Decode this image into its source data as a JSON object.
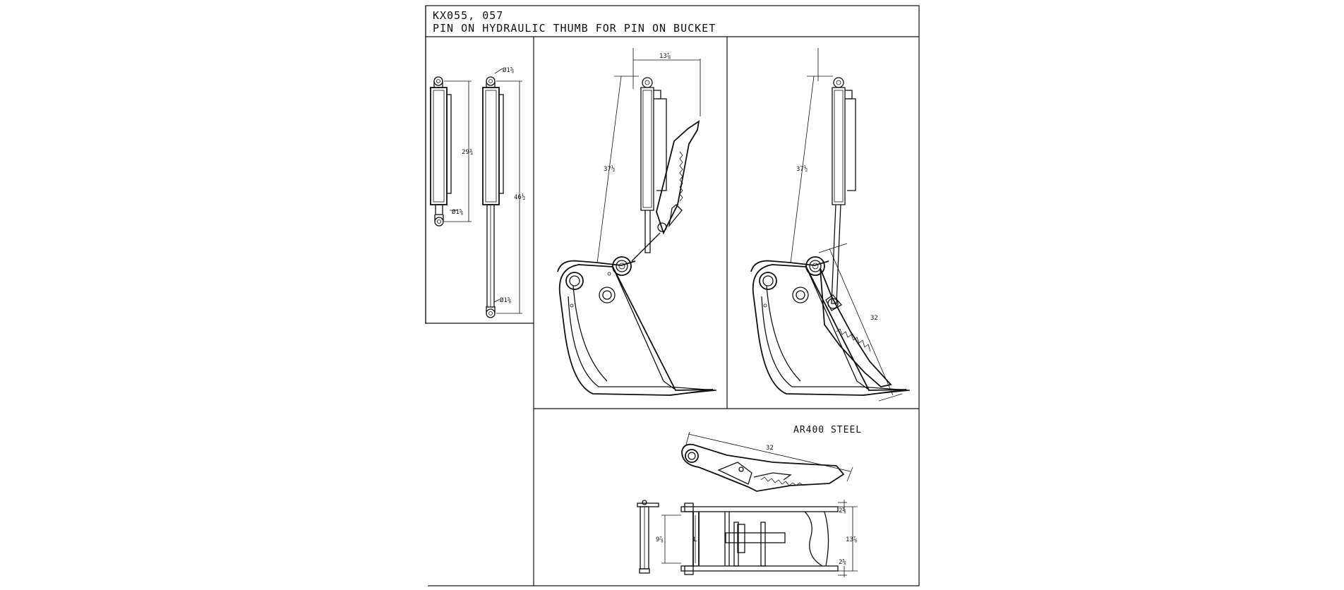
{
  "title": {
    "line1": "KX055, 057",
    "line2": "PIN ON HYDRAULIC THUMB FOR PIN ON BUCKET"
  },
  "cylinder_panel": {
    "retracted_length": "29¾",
    "extended_length": "46½",
    "pin_dia_top": "Ø1⅝",
    "pin_dia_bottom": "Ø1⅝",
    "pin_dia_rod_end": "Ø1⅝"
  },
  "thumb_closed_panel": {
    "top_offset": "13⅞",
    "cylinder_mount_length": "37½"
  },
  "thumb_open_panel": {
    "cylinder_mount_length": "37½",
    "thumb_length": "32"
  },
  "thumb_detail_panel": {
    "material": "AR400 STEEL",
    "thumb_length": "32",
    "inner_width": "9⅞",
    "outer_width": "13⅞",
    "plate_offset_top": "2⅝",
    "plate_offset_bottom": "2⅝",
    "center_mark": "L"
  }
}
